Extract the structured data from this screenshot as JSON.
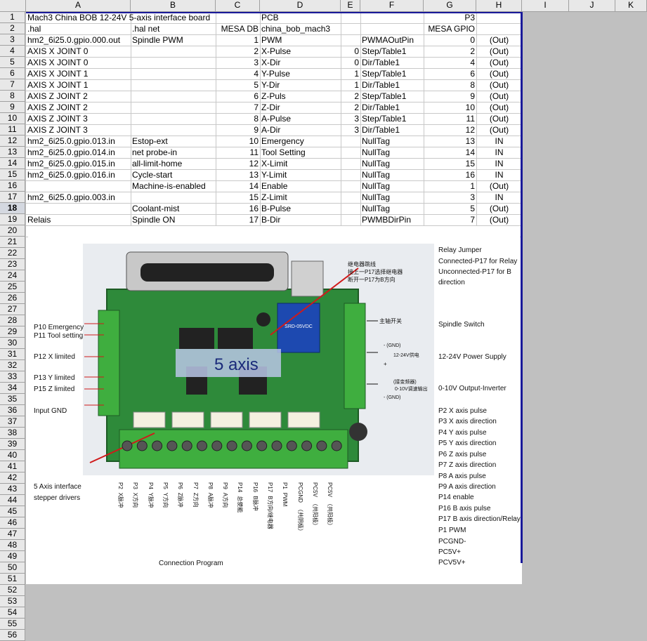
{
  "columns": [
    "A",
    "B",
    "C",
    "D",
    "E",
    "F",
    "G",
    "H",
    "I",
    "J",
    "K"
  ],
  "rows": [
    "1",
    "2",
    "3",
    "4",
    "5",
    "6",
    "7",
    "8",
    "9",
    "10",
    "11",
    "12",
    "13",
    "14",
    "15",
    "16",
    "17",
    "18",
    "19",
    "20",
    "21",
    "22",
    "23",
    "24",
    "25",
    "26",
    "27",
    "28",
    "29",
    "30",
    "31",
    "32",
    "33",
    "34",
    "35",
    "36",
    "37",
    "38",
    "39",
    "40",
    "41",
    "42",
    "43",
    "44",
    "45",
    "46",
    "47",
    "48",
    "49",
    "50",
    "51",
    "52",
    "53",
    "54",
    "55",
    "56"
  ],
  "active_row": "18",
  "cells": [
    [
      "Mach3 China BOB 12-24V 5-axis interface board",
      "",
      "",
      "PCB",
      "",
      "",
      "P3",
      ""
    ],
    [
      ".hal",
      ".hal net",
      "MESA DB",
      "china_bob_mach3",
      "",
      "",
      "MESA GPIO",
      ""
    ],
    [
      "hm2_6i25.0.gpio.000.out",
      "Spindle PWM",
      "1",
      "PWM",
      "",
      "PWMAOutPin",
      "0",
      "(Out)"
    ],
    [
      "AXIS X JOINT 0",
      "",
      "2",
      "X-Pulse",
      "0",
      "Step/Table1",
      "2",
      "(Out)"
    ],
    [
      "AXIS X JOINT 0",
      "",
      "3",
      "X-Dir",
      "0",
      "Dir/Table1",
      "4",
      "(Out)"
    ],
    [
      "AXIS X JOINT 1",
      "",
      "4",
      "Y-Pulse",
      "1",
      "Step/Table1",
      "6",
      "(Out)"
    ],
    [
      "AXIS X JOINT 1",
      "",
      "5",
      "Y-Dir",
      "1",
      "Dir/Table1",
      "8",
      "(Out)"
    ],
    [
      "AXIS Z JOINT 2",
      "",
      "6",
      "Z-Puls",
      "2",
      "Step/Table1",
      "9",
      "(Out)"
    ],
    [
      "AXIS Z JOINT 2",
      "",
      "7",
      "Z-Dir",
      "2",
      "Dir/Table1",
      "10",
      "(Out)"
    ],
    [
      "AXIS Z JOINT 3",
      "",
      "8",
      "A-Pulse",
      "3",
      "Step/Table1",
      "11",
      "(Out)"
    ],
    [
      "AXIS Z JOINT 3",
      "",
      "9",
      "A-Dir",
      "3",
      "Dir/Table1",
      "12",
      "(Out)"
    ],
    [
      "hm2_6i25.0.gpio.013.in",
      "Estop-ext",
      "10",
      "Emergency",
      "",
      "NullTag",
      "13",
      "IN"
    ],
    [
      "hm2_6i25.0.gpio.014.in",
      "net probe-in",
      "11",
      "Tool Setting",
      "",
      "NullTag",
      "14",
      "IN"
    ],
    [
      "hm2_6i25.0.gpio.015.in",
      "all-limit-home",
      "12",
      "X-Limit",
      "",
      "NullTag",
      "15",
      "IN"
    ],
    [
      "hm2_6i25.0.gpio.016.in",
      "Cycle-start",
      "13",
      "Y-Limit",
      "",
      "NullTag",
      "16",
      "IN"
    ],
    [
      "",
      "Machine-is-enabled",
      "14",
      "Enable",
      "",
      "NullTag",
      "1",
      "(Out)"
    ],
    [
      "hm2_6i25.0.gpio.003.in",
      "",
      "15",
      "Z-Limit",
      "",
      "NullTag",
      "3",
      "IN"
    ],
    [
      "",
      "Coolant-mist",
      "16",
      "B-Pulse",
      "",
      "NullTag",
      "5",
      "(Out)"
    ],
    [
      "Relais",
      "Spindle ON",
      "17",
      "B-Dir",
      "",
      "PWMBDirPin",
      "7",
      "(Out)"
    ]
  ],
  "photo": {
    "overlay_text": "5 axis",
    "left_labels": [
      "P10 Emergency",
      "P11 Tool setting",
      "P12 X limited",
      "P13 Y limited",
      "P15 Z limited",
      "Input GND",
      "5 Axis interface",
      "stepper drivers"
    ],
    "right_labels": [
      "Relay Jumper",
      "Connected-P17 for Relay",
      "Unconnected-P17 for B",
      "direction",
      "Spindle Switch",
      "12-24V Power Supply",
      "0-10V Output-Inverter",
      "P2 X axis pulse",
      "P3 X axis direction",
      "P4 Y axis pulse",
      "P5 Y axis direction",
      "P6 Z axis pulse",
      "P7 Z axis direction",
      "P8 A axis pulse",
      "P9 A axis direction",
      "P14 enable",
      "P16 B axis pulse",
      "P17 B axis direction/Relay",
      "P1 PWM",
      "PCGND-",
      "PC5V+",
      "PCV5V+"
    ],
    "chinese_relay": [
      "继电器跳线",
      "接上一P17选择继电器",
      "断开一P17为B方向"
    ],
    "chinese_switch": "主轴开关",
    "gnd1": "- (GND)",
    "power_cn": "12-24V供电",
    "plus": "+",
    "inv_cn1": "(接变频器)",
    "inv_cn2": "0-10V调速输出",
    "gnd2": "- (GND)",
    "bottom_pins": [
      "P2",
      "P3",
      "P4",
      "P5",
      "P6",
      "P7",
      "P8",
      "P9",
      "P14",
      "P16",
      "P17",
      "P1",
      "PCGND",
      "PC5V",
      "PC5V"
    ],
    "bottom_cn": [
      "X脉冲",
      "X方向",
      "Y脉冲",
      "Y方向",
      "Z脉冲",
      "Z方向",
      "A脉冲",
      "A方向",
      "总使能",
      "B脉冲",
      "B方向/继电器",
      "PWM",
      "（共阴极）",
      "（共阳极）",
      "（共阳极）"
    ],
    "caption": "Connection Program"
  }
}
